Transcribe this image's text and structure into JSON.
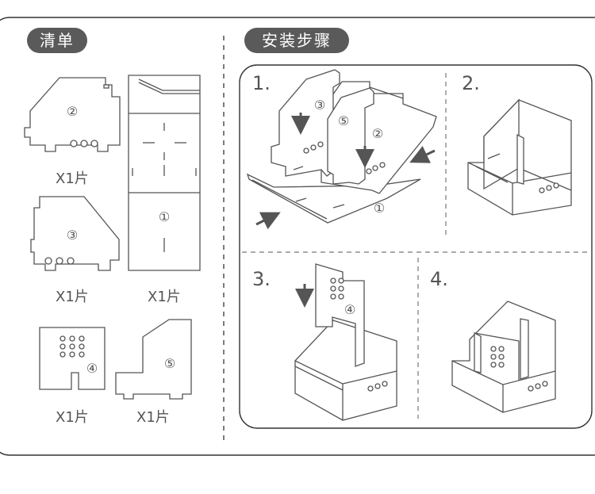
{
  "parts_section": {
    "title": "清单"
  },
  "steps_section": {
    "title": "安装步骤"
  },
  "parts": [
    {
      "id": "②",
      "quantity": "X1片"
    },
    {
      "id": "①",
      "quantity": "X1片"
    },
    {
      "id": "③",
      "quantity": "X1片"
    },
    {
      "id": "④",
      "quantity": "X1片"
    },
    {
      "id": "⑤",
      "quantity": "X1片"
    }
  ],
  "steps": [
    {
      "number": "1.",
      "callouts": [
        "③",
        "⑤",
        "②",
        "①"
      ]
    },
    {
      "number": "2."
    },
    {
      "number": "3.",
      "callouts": [
        "④"
      ]
    },
    {
      "number": "4."
    }
  ]
}
